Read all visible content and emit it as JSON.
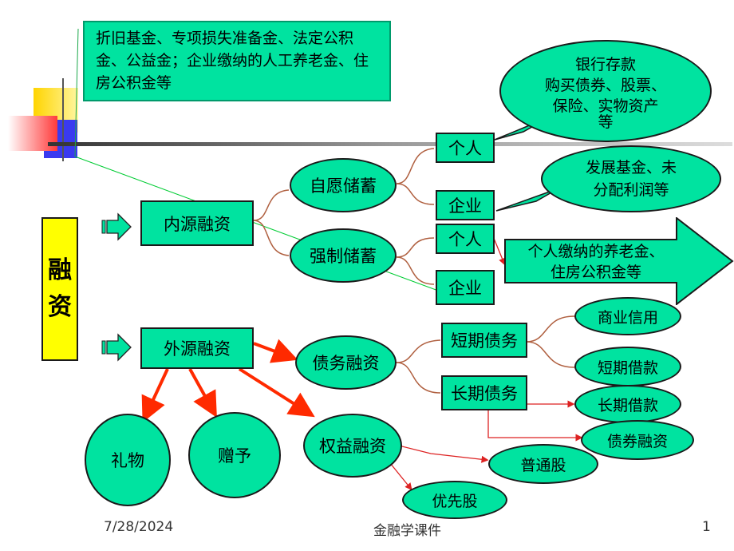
{
  "note": "折旧基金、专项损失准备金、法定公积金、公益金；企业缴纳的人工养老金、住房公积金等",
  "root": [
    "融",
    "资"
  ],
  "internal": "内源融资",
  "external": "外源融资",
  "voluntary": "自愿储蓄",
  "mandatory": "强制储蓄",
  "person1": "个人",
  "enterprise1": "企业",
  "person2": "个人",
  "enterprise2": "企业",
  "bubble_person": [
    "银行存款",
    "购买债券、股票、",
    "保险、实物资产",
    "等"
  ],
  "bubble_enterprise": [
    "发展基金、未",
    "分配利润等"
  ],
  "arrow_mandatory": [
    "个人缴纳的养老金、",
    "住房公积金等"
  ],
  "debt": "债务融资",
  "equity": "权益融资",
  "gift": "礼物",
  "grant": "赠予",
  "short_debt": "短期债务",
  "long_debt": "长期债务",
  "commercial_credit": "商业信用",
  "short_loan": "短期借款",
  "long_loan": "长期借款",
  "bond_financing": "债券融资",
  "common_stock": "普通股",
  "preferred_stock": "优先股",
  "footer": {
    "date": "7/28/2024",
    "center": "金融学课件",
    "page": "1"
  }
}
